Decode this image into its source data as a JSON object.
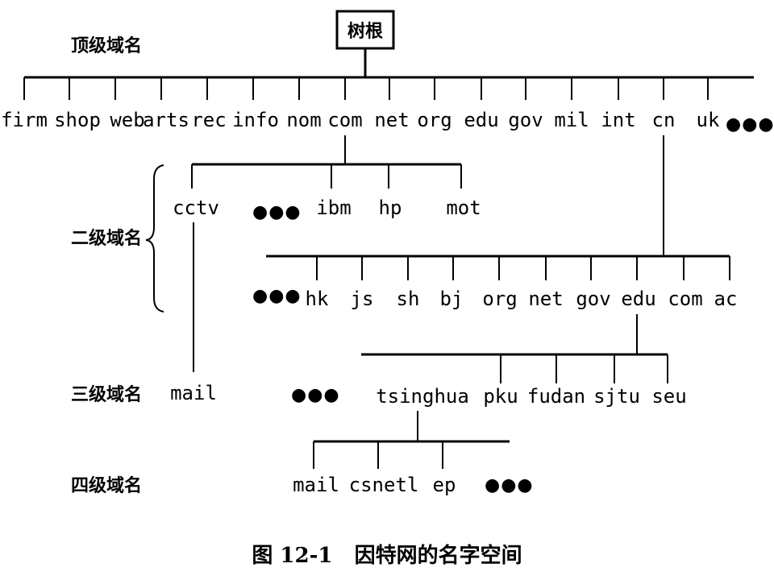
{
  "root": {
    "label": "树根"
  },
  "levels": {
    "top": "顶级域名",
    "second": "二级域名",
    "third": "三级域名",
    "fourth": "四级域名"
  },
  "top_level_domains": [
    "firm",
    "shop",
    "web",
    "arts",
    "rec",
    "info",
    "nom",
    "com",
    "net",
    "org",
    "edu",
    "gov",
    "mil",
    "int",
    "cn",
    "uk"
  ],
  "com_children": [
    "cctv",
    "ibm",
    "hp",
    "mot"
  ],
  "cn_children": [
    "hk",
    "js",
    "sh",
    "bj",
    "org",
    "net",
    "gov",
    "edu",
    "com",
    "ac"
  ],
  "cctv_children": [
    "mail"
  ],
  "edu_children": [
    "tsinghua",
    "pku",
    "fudan",
    "sjtu",
    "seu"
  ],
  "tsinghua_children": [
    "mail",
    "csnetl",
    "ep"
  ],
  "ellipsis": "●●●",
  "caption": "图 12-1   因特网的名字空间"
}
